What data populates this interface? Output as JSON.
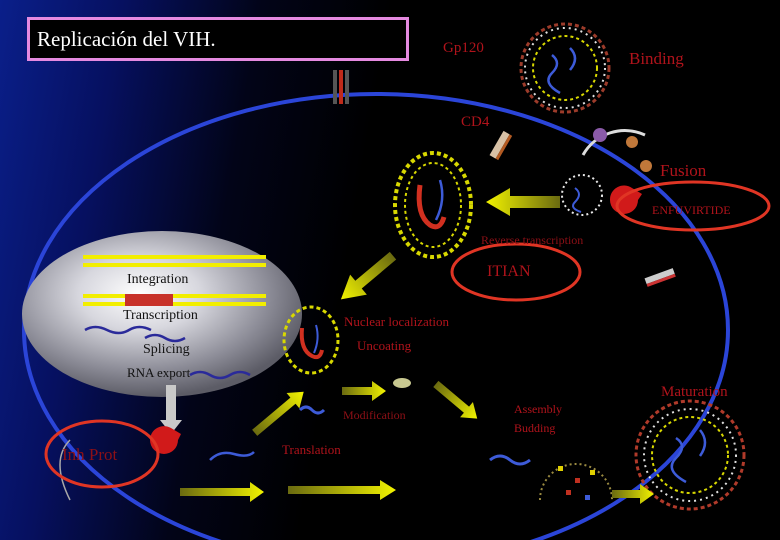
{
  "title": "Replicación del VIH.",
  "labels": {
    "gp120": "Gp120",
    "binding": "Binding",
    "cd4": "CD4",
    "fusion": "Fusion",
    "enfuvirtide": "ENFUVIRTIDE",
    "reverse_transcription": "Reverse transcription",
    "itian": "ITIAN",
    "integration": "Integration",
    "transcription": "Transcription",
    "splicing": "Splicing",
    "rna_export": "RNA export",
    "nuclear_localization": "Nuclear localization",
    "uncoating": "Uncoating",
    "modification": "Modification",
    "translation": "Translation",
    "inh_prot": "Inh Prot",
    "assembly_budding": "Assembly\nBudding",
    "maturation": "Maturation"
  },
  "colors": {
    "cell_membrane": "#2b45d8",
    "title_border": "#e58ae0",
    "label_red": "#b0131b",
    "drug_circle": "#e03524",
    "arrow": "#dfe600"
  }
}
